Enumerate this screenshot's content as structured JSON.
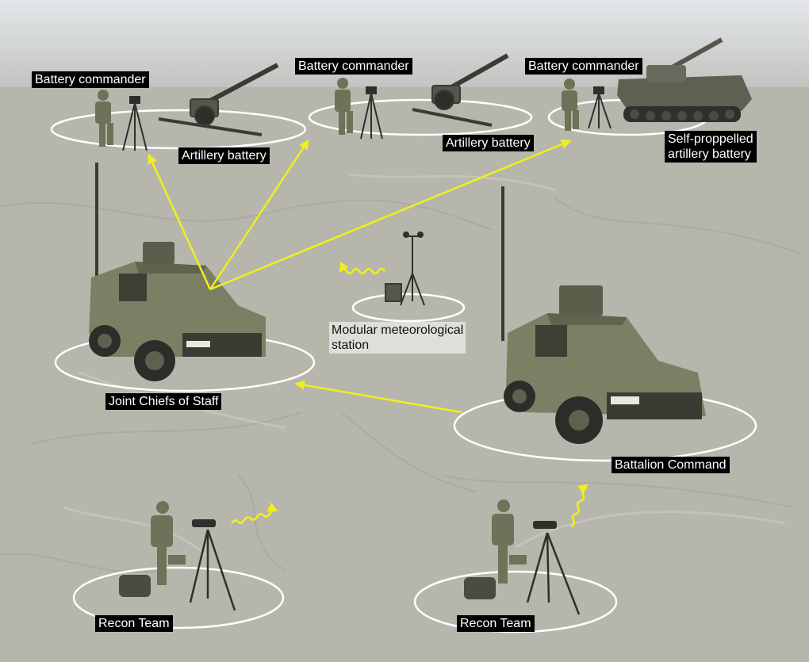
{
  "labels": {
    "battery_commander_1": "Battery commander",
    "battery_commander_2": "Battery commander",
    "battery_commander_3": "Battery commander",
    "artillery_battery_1": "Artillery battery",
    "artillery_battery_2": "Artillery battery",
    "self_propelled": "Self-proppelled\nartillery battery",
    "meteo_station": "Modular meteorological\nstation",
    "joint_chiefs": "Joint Chiefs of Staff",
    "battalion_command": "Battalion Command",
    "recon_team_1": "Recon Team",
    "recon_team_2": "Recon Team"
  },
  "colors": {
    "terrain": "#b9b8ae",
    "sky": "#d6dbe0",
    "link_arrow": "#f2ef1a",
    "zone_ring": "#ffffff",
    "label_bg": "#000000",
    "vehicle_camo": "#7b8064"
  },
  "icons": [
    "howitzer-icon",
    "tripod-icon",
    "soldier-icon",
    "armored-vehicle-icon",
    "self-propelled-gun-icon",
    "weather-station-icon",
    "binocular-scope-icon",
    "radio-wave-icon",
    "antenna-mast-icon"
  ]
}
